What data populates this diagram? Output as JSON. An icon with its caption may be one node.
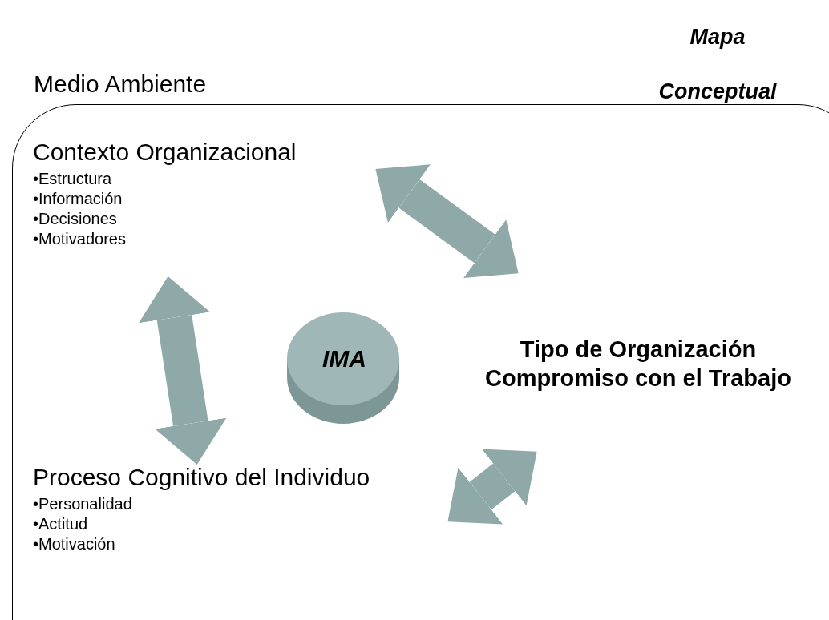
{
  "diagram": {
    "title": "Mapa Conceptual",
    "nodes": [
      {
        "text": [
          "Medio Ambiente"
        ]
      },
      {
        "text": [
          "Contexto Organizacional",
          "•Estructura",
          "•Información",
          "•Decisiones",
          "•Motivadores"
        ],
        "in": 0
      },
      {
        "text": [
          "IMA"
        ],
        "in": 0
      },
      {
        "text": [
          "Tipo de Organización",
          "Compromiso con el Trabajo"
        ],
        "in": 0
      },
      {
        "text": [
          "Proceso Cognitivo del Individuo",
          "•Personalidad",
          "•Actitud",
          "•Motivación"
        ],
        "in": 0
      }
    ],
    "edges": [
      {
        "from": 1,
        "to": 4,
        "arrow": "both"
      },
      {
        "from": 1,
        "to": 3,
        "arrow": "both"
      },
      {
        "from": 4,
        "to": 3,
        "arrow": "both"
      }
    ]
  }
}
